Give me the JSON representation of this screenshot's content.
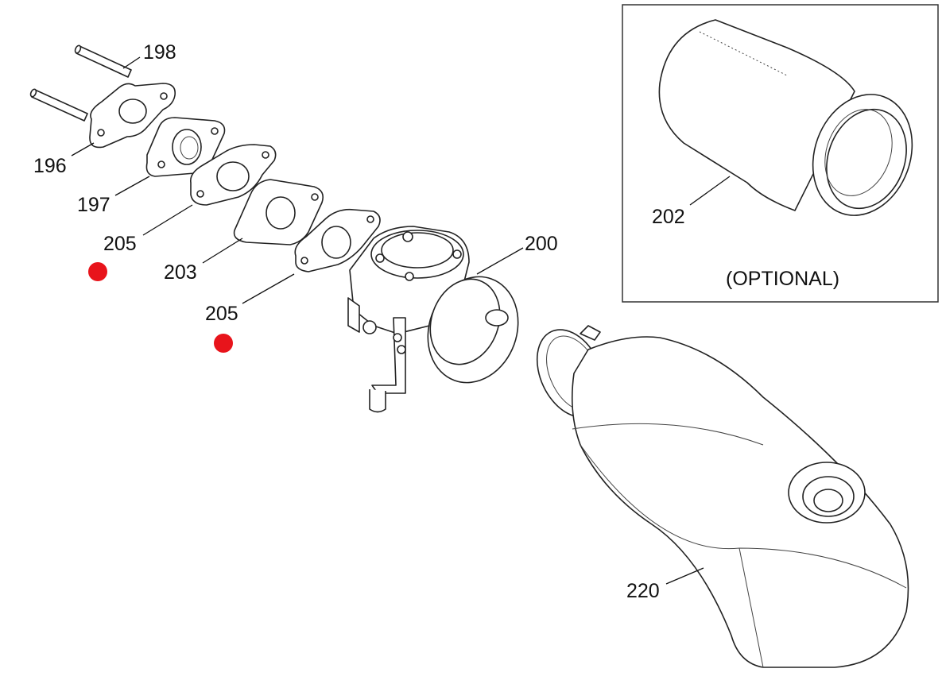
{
  "diagram": {
    "labels": {
      "p198": "198",
      "p196": "196",
      "p197": "197",
      "p205a": "205",
      "p203": "203",
      "p205b": "205",
      "p200": "200",
      "p202": "202",
      "p220": "220"
    },
    "inset_caption": "(OPTIONAL)",
    "colors": {
      "marker": "#e8141b",
      "line": "#111111"
    }
  }
}
